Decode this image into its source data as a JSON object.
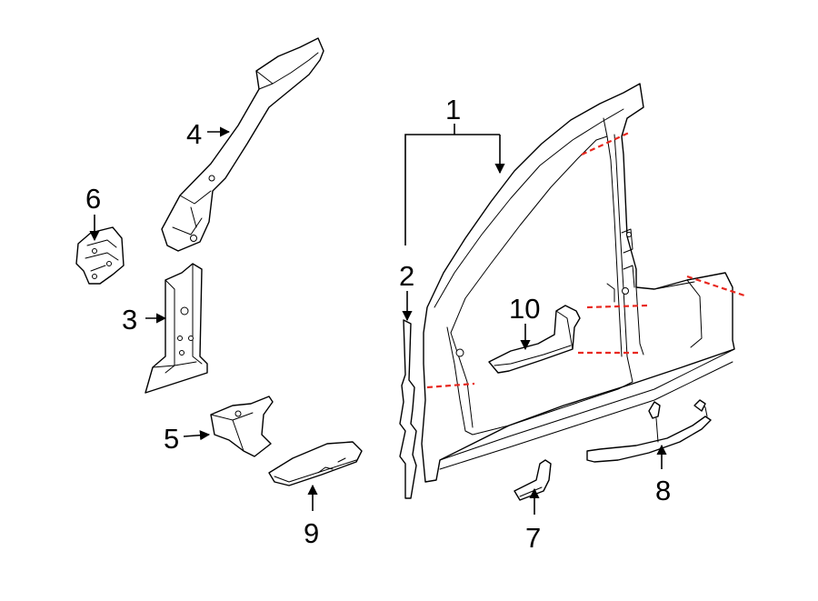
{
  "callouts": {
    "c1": "1",
    "c2": "2",
    "c3": "3",
    "c4": "4",
    "c5": "5",
    "c6": "6",
    "c7": "7",
    "c8": "8",
    "c9": "9",
    "c10": "10"
  },
  "colors": {
    "cut_line": "#e8281f",
    "outline": "#000000",
    "background": "#ffffff"
  }
}
